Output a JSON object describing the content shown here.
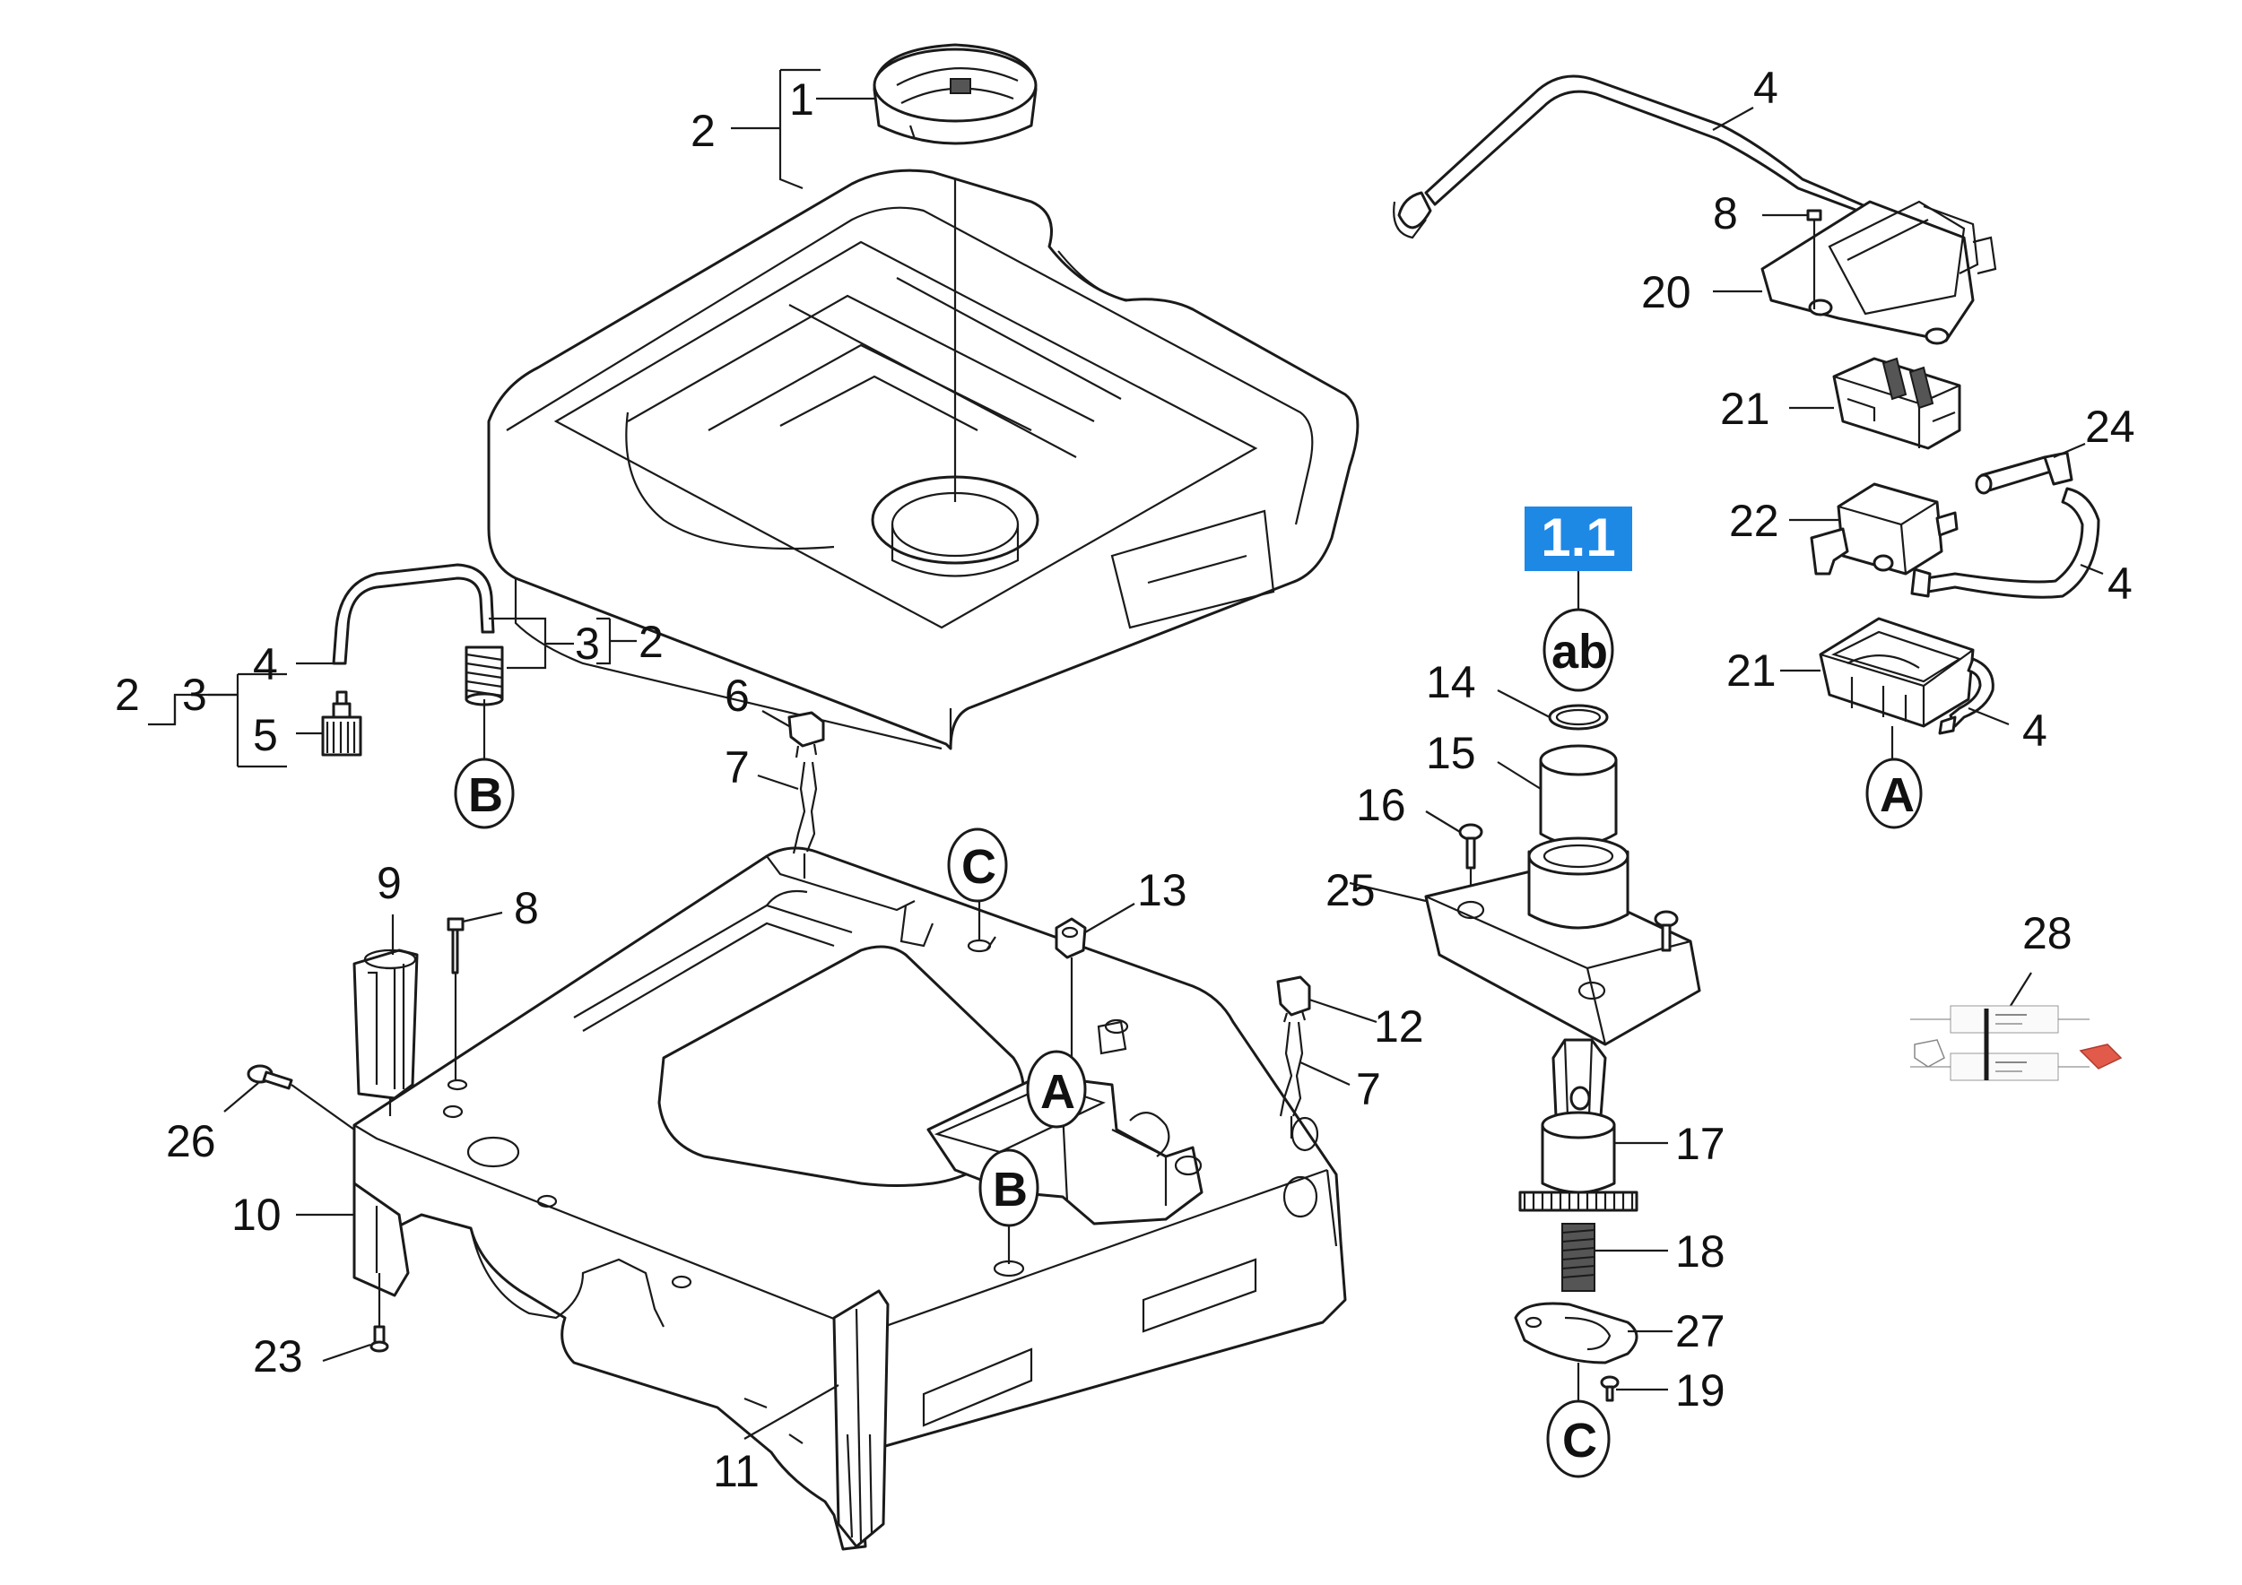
{
  "labels": {
    "l1": "1",
    "l2_top": "2",
    "l4_top": "4",
    "l8_top": "8",
    "l20": "20",
    "l21_a": "21",
    "l24": "24",
    "l22": "22",
    "l4_b": "4",
    "l21_b": "21",
    "l4_c": "4",
    "l2_left": "2",
    "l3_left": "3",
    "l4_left": "4",
    "l5": "5",
    "l3_mid": "3",
    "l2_mid": "2",
    "l6": "6",
    "l7_a": "7",
    "l9": "9",
    "l8_mid": "8",
    "l13": "13",
    "l12": "12",
    "l7_b": "7",
    "l26": "26",
    "l10": "10",
    "l23": "23",
    "l11": "11",
    "l14": "14",
    "l15": "15",
    "l16": "16",
    "l25": "25",
    "l17": "17",
    "l18": "18",
    "l27": "27",
    "l19": "19",
    "l28": "28"
  },
  "markers": {
    "highlight": "1.1",
    "ab": "ab",
    "a_right": "A",
    "b_left": "B",
    "c_top": "C",
    "a_center": "A",
    "b_center": "B",
    "c_bottom": "C"
  },
  "colors": {
    "highlight_bg": "#1e88e5",
    "highlight_text": "#ffffff",
    "accent_part": "#e25b4a"
  }
}
